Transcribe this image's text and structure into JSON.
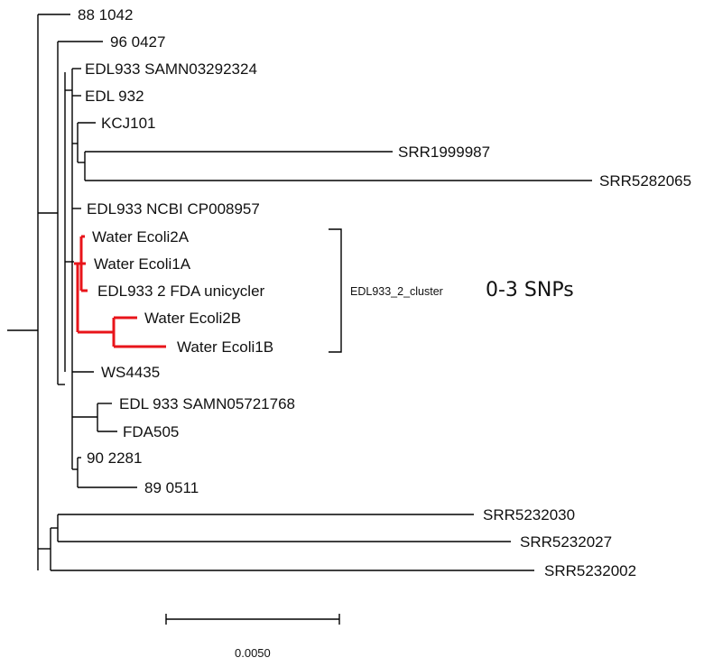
{
  "tree": {
    "leaves": [
      {
        "id": "leaf-88-1042",
        "label": "88 1042"
      },
      {
        "id": "leaf-96-0427",
        "label": "96 0427"
      },
      {
        "id": "leaf-edl933-samn03292324",
        "label": "EDL933 SAMN03292324"
      },
      {
        "id": "leaf-edl-932",
        "label": "EDL 932"
      },
      {
        "id": "leaf-kcj101",
        "label": "KCJ101"
      },
      {
        "id": "leaf-srr1999987",
        "label": "SRR1999987"
      },
      {
        "id": "leaf-srr5282065",
        "label": "SRR5282065"
      },
      {
        "id": "leaf-edl933-ncbi-cp008957",
        "label": "EDL933 NCBI CP008957"
      },
      {
        "id": "leaf-water-ecoli2a",
        "label": "Water Ecoli2A",
        "highlight": true
      },
      {
        "id": "leaf-water-ecoli1a",
        "label": "Water Ecoli1A",
        "highlight": true
      },
      {
        "id": "leaf-edl933-2-fda-unicycler",
        "label": "EDL933 2 FDA unicycler",
        "highlight": true
      },
      {
        "id": "leaf-water-ecoli2b",
        "label": "Water Ecoli2B",
        "highlight": true
      },
      {
        "id": "leaf-water-ecoli1b",
        "label": "Water Ecoli1B",
        "highlight": true
      },
      {
        "id": "leaf-ws4435",
        "label": "WS4435"
      },
      {
        "id": "leaf-edl-933-samn05721768",
        "label": "EDL 933 SAMN05721768"
      },
      {
        "id": "leaf-fda505",
        "label": "FDA505"
      },
      {
        "id": "leaf-90-2281",
        "label": "90 2281"
      },
      {
        "id": "leaf-89-0511",
        "label": "89 0511"
      },
      {
        "id": "leaf-srr5232030",
        "label": "SRR5232030"
      },
      {
        "id": "leaf-srr5232027",
        "label": "SRR5232027"
      },
      {
        "id": "leaf-srr5232002",
        "label": "SRR5232002"
      }
    ],
    "cluster": {
      "label": "EDL933_2_cluster",
      "snp_note": "0-3 SNPs"
    },
    "scale_bar": {
      "value": 0.005,
      "label": "0.0050"
    },
    "colors": {
      "branch": "#000000",
      "highlight": "#e8141a"
    }
  }
}
